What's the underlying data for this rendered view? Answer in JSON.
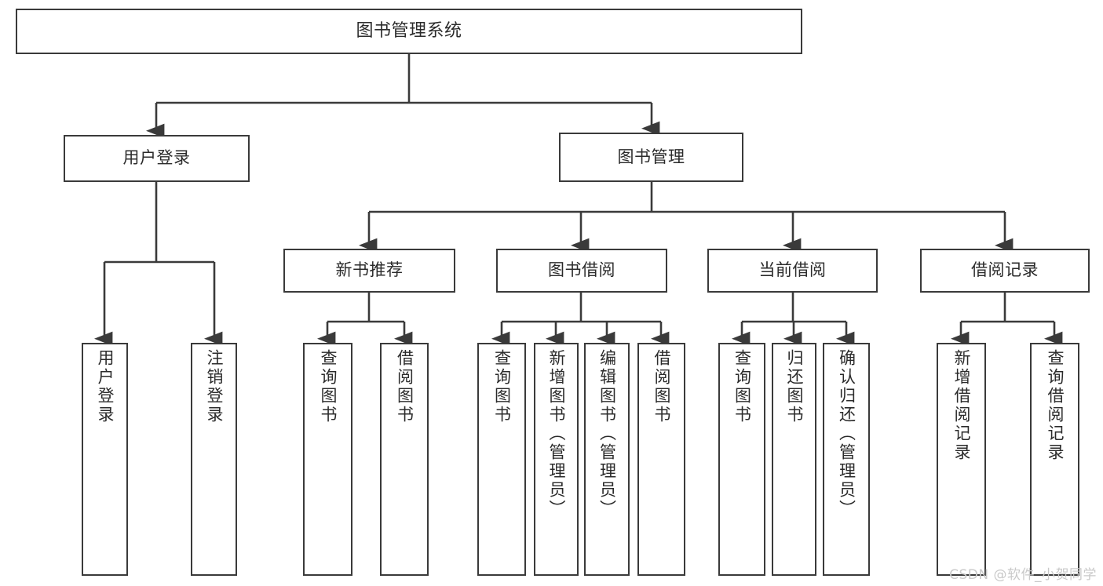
{
  "diagram": {
    "title": "图书管理系统",
    "watermark": "CSDN @软件_小贺同学",
    "line_color": "#3a3a3a",
    "box_fill": "#ffffff",
    "text_color": "#2b2b2b",
    "watermark_color": "#c9c9c9"
  },
  "nodes": {
    "root": {
      "label": "图书管理系统"
    },
    "level2": [
      {
        "label": "用户登录"
      },
      {
        "label": "图书管理"
      }
    ],
    "level3": [
      {
        "label": "新书推荐"
      },
      {
        "label": "图书借阅"
      },
      {
        "label": "当前借阅"
      },
      {
        "label": "借阅记录"
      }
    ],
    "leaves": {
      "user_login": [
        {
          "label": "用户登录"
        },
        {
          "label": "注销登录"
        }
      ],
      "new_book_recommend": [
        {
          "label": "查询图书"
        },
        {
          "label": "借阅图书"
        }
      ],
      "book_borrow": [
        {
          "label": "查询图书"
        },
        {
          "label": "新增图书（管理员）"
        },
        {
          "label": "编辑图书（管理员）"
        },
        {
          "label": "借阅图书"
        }
      ],
      "current_borrow": [
        {
          "label": "查询图书"
        },
        {
          "label": "归还图书"
        },
        {
          "label": "确认归还（管理员）"
        }
      ],
      "borrow_record": [
        {
          "label": "新增借阅记录"
        },
        {
          "label": "查询借阅记录"
        }
      ]
    }
  }
}
